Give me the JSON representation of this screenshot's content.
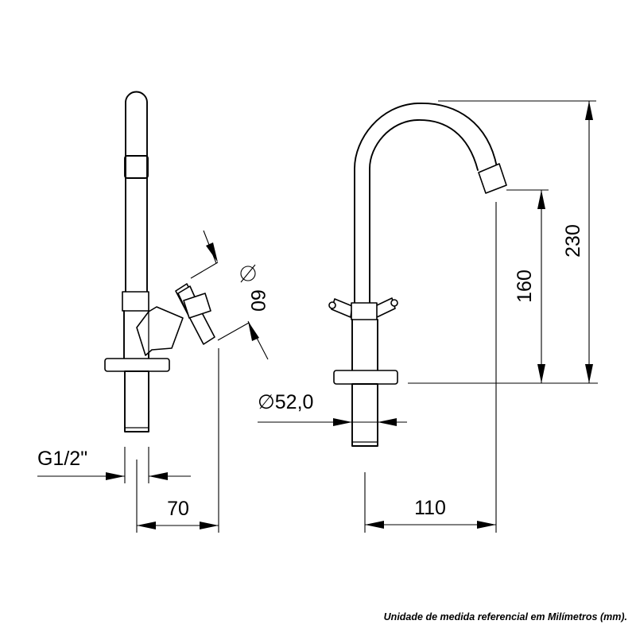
{
  "dimensions": {
    "thread": "G1/2\"",
    "side_depth": "70",
    "handle_angle": "60",
    "base_diameter": "∅52,0",
    "reach": "110",
    "spout_height": "160",
    "total_height": "230"
  },
  "footer": {
    "note": "Unidade de medida referencial em Milímetros (mm)."
  }
}
